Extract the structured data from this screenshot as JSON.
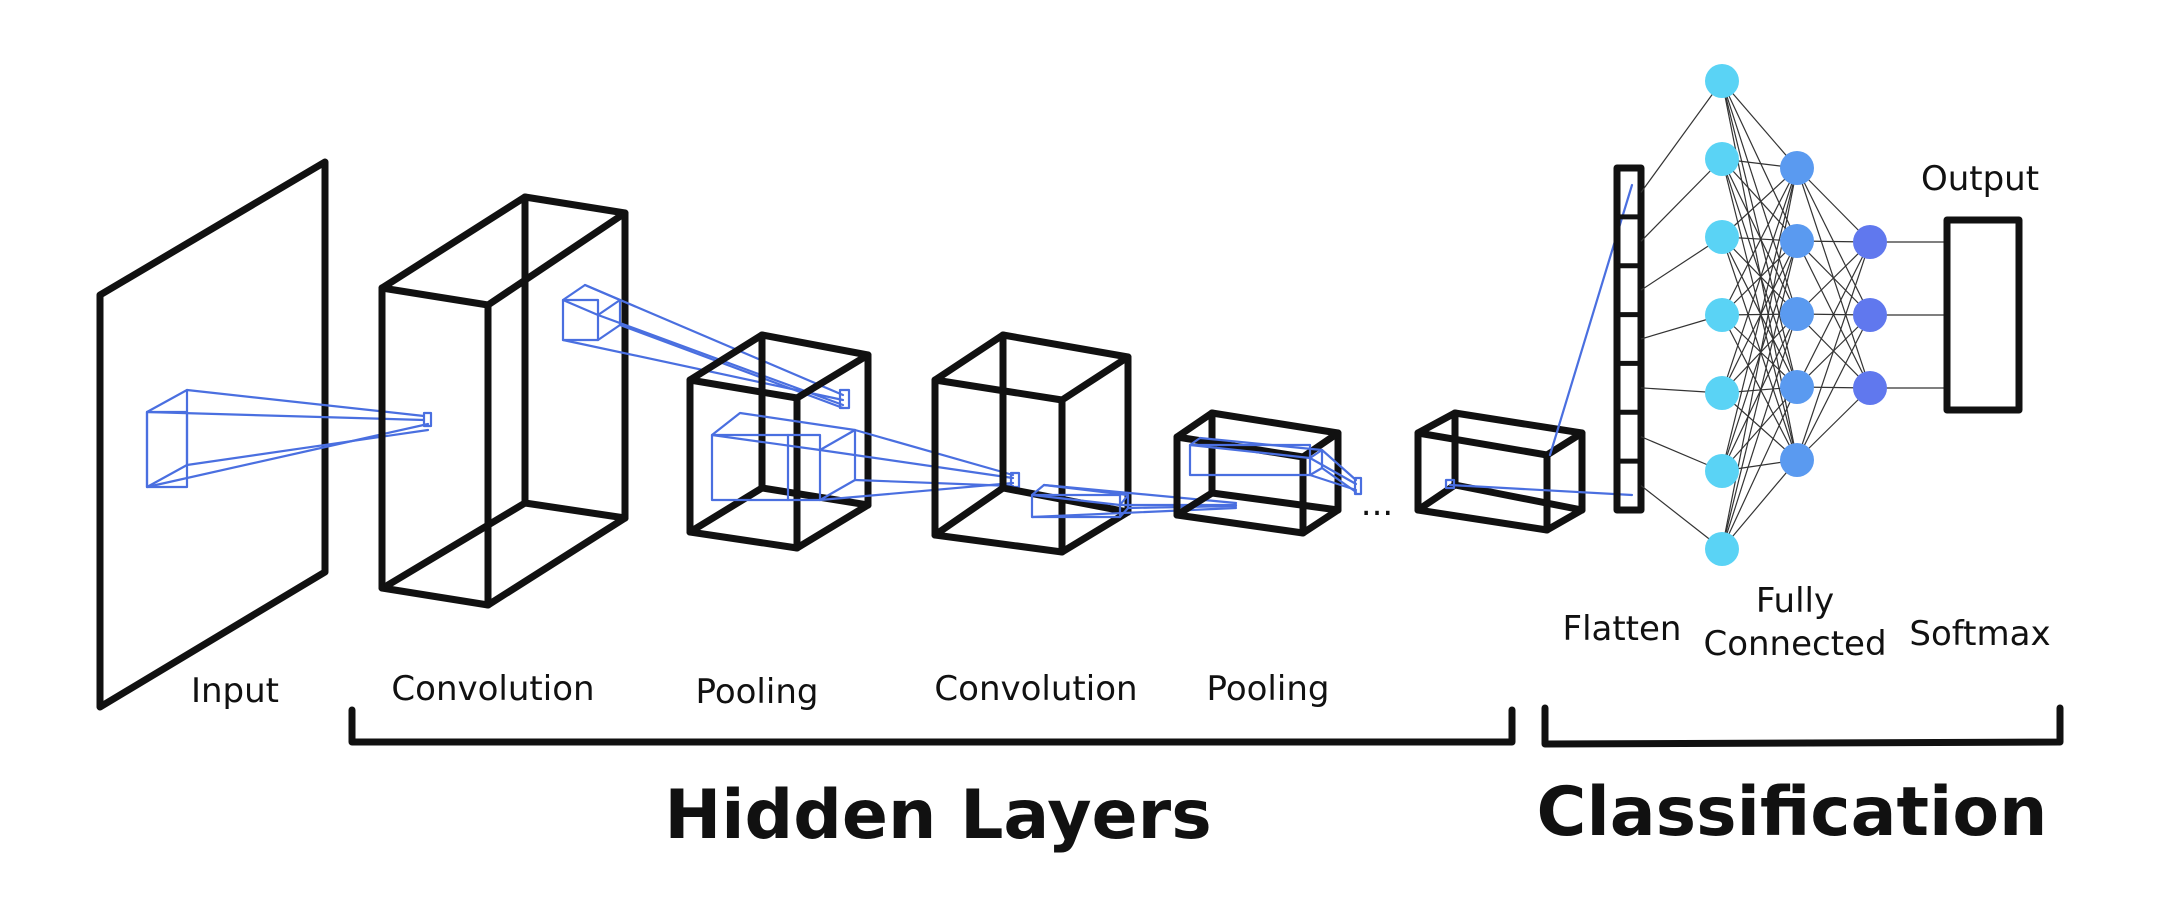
{
  "labels": {
    "input": "Input",
    "convolution_1": "Convolution",
    "pooling_1": "Pooling",
    "convolution_2": "Convolution",
    "pooling_2": "Pooling",
    "ellipsis": "...",
    "flatten": "Flatten",
    "fully_connected_line1": "Fully",
    "fully_connected_line2": "Connected",
    "softmax": "Softmax",
    "output": "Output"
  },
  "groups": {
    "hidden_layers": "Hidden Layers",
    "classification": "Classification"
  },
  "network": {
    "flatten_cells": 7,
    "layer_sizes": [
      7,
      5,
      3
    ],
    "layer_colors": [
      "#5ad3f5",
      "#5a9af0",
      "#6078ee"
    ],
    "stroke_color": "#111111",
    "accent_color": "#4a6fe0"
  }
}
